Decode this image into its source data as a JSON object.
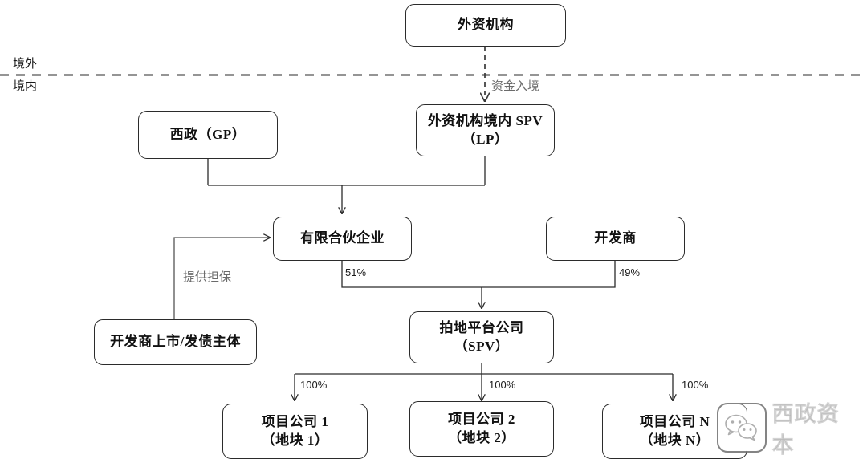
{
  "diagram": {
    "title_context": "外资机构境内投资架构图",
    "zones": {
      "offshore": "境外",
      "onshore": "境内"
    },
    "nodes": {
      "foreign_institution": {
        "line1": "外资机构",
        "line2": ""
      },
      "onshore_spv": {
        "line1": "外资机构境内 SPV",
        "line2": "（LP）"
      },
      "xizheng_gp": {
        "line1": "西政（GP）",
        "line2": ""
      },
      "limited_partnership": {
        "line1": "有限合伙企业",
        "line2": ""
      },
      "developer": {
        "line1": "开发商",
        "line2": ""
      },
      "developer_listed_entity": {
        "line1": "开发商上市/发债主体",
        "line2": ""
      },
      "land_platform": {
        "line1": "拍地平台公司",
        "line2": "（SPV）"
      },
      "project_company_1": {
        "line1": "项目公司 1",
        "line2": "（地块 1）"
      },
      "project_company_2": {
        "line1": "项目公司 2",
        "line2": "（地块 2）"
      },
      "project_company_n": {
        "line1": "项目公司 N",
        "line2": "（地块 N）"
      }
    },
    "edge_labels": {
      "capital_inflow": "资金入境",
      "guarantee": "提供担保",
      "lp_stake": "51%",
      "developer_stake": "49%",
      "pc1_stake": "100%",
      "pc2_stake": "100%",
      "pcn_stake": "100%"
    },
    "watermark": {
      "brand": "西政资本",
      "icon": "wechat-icon"
    },
    "colors": {
      "stroke": "#2b2b2b",
      "text": "#111111",
      "muted_text": "#6b6b6b",
      "background": "#ffffff",
      "watermark": "#8d8d8d"
    }
  }
}
